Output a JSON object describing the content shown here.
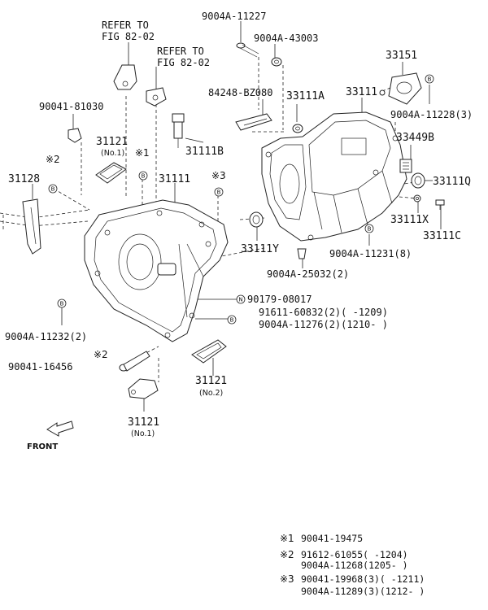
{
  "labels": {
    "refer1_line1": "REFER TO",
    "refer1_line2": "FIG 82-02",
    "refer2_line1": "REFER TO",
    "refer2_line2": "FIG 82-02",
    "p_9004A_11227": "9004A-11227",
    "p_9004A_43003": "9004A-43003",
    "p_33151": "33151",
    "p_84248": "84248-BZ080",
    "p_33111A": "33111A",
    "p_33111": "33111",
    "p_9004A_11228": "9004A-11228(3)",
    "p_90041_81030": "90041-81030",
    "p_31121_top": "31121",
    "p_no1_top": "(No.1)",
    "p_31111B": "31111B",
    "p_33449B": "33449B",
    "p_31128": "31128",
    "p_31111": "31111",
    "p_33111Q": "33111Q",
    "p_33111X": "33111X",
    "p_33111C": "33111C",
    "p_33111Y": "33111Y",
    "p_9004A_11231": "9004A-11231(8)",
    "p_9004A_25032": "9004A-25032(2)",
    "p_90179_08017": "90179-08017",
    "p_91611_60832": "91611-60832(2)(     -1209)",
    "p_9004A_11276": "9004A-11276(2)(1210-     )",
    "p_9004A_11232": "9004A-11232(2)",
    "p_90041_16456": "90041-16456",
    "p_31121_bottom_right": "31121",
    "p_no2": "(No.2)",
    "p_31121_bottom": "31121",
    "p_no1_bottom": "(No.1)",
    "front": "FRONT"
  },
  "marks": {
    "note1": "※1",
    "note2": "※2",
    "note3": "※3",
    "b": "B",
    "n": "N"
  },
  "notes": [
    {
      "sym": "※1",
      "line1": "90041-19475",
      "line2": ""
    },
    {
      "sym": "※2",
      "line1": "91612-61055(      -1204)",
      "line2": "9004A-11268(1205-      )"
    },
    {
      "sym": "※3",
      "line1": "90041-19968(3)(      -1211)",
      "line2": "9004A-11289(3)(1212-      )"
    }
  ]
}
